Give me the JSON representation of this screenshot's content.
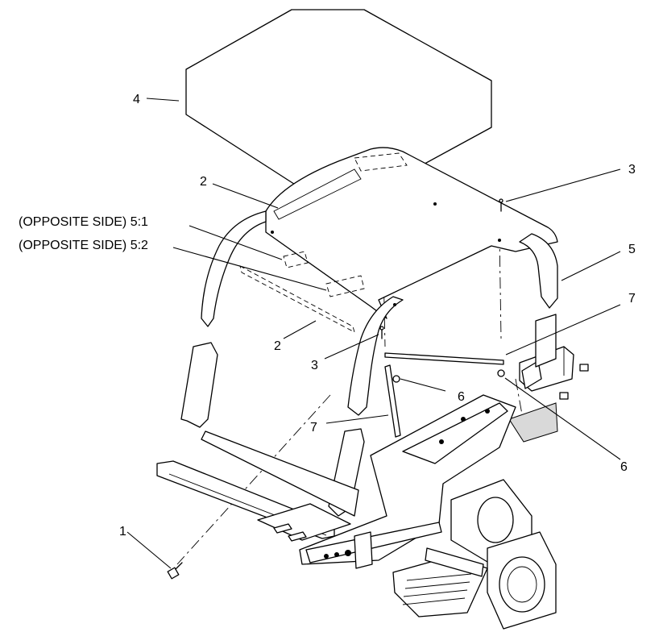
{
  "callouts": {
    "c1": "1",
    "c2a": "2",
    "c2b": "2",
    "c3a": "3",
    "c3b": "3",
    "c4": "4",
    "c5": "5",
    "c5_1": "(OPPOSITE SIDE) 5:1",
    "c5_2": "(OPPOSITE SIDE) 5:2",
    "c6a": "6",
    "c6b": "6",
    "c7a": "7",
    "c7b": "7"
  }
}
